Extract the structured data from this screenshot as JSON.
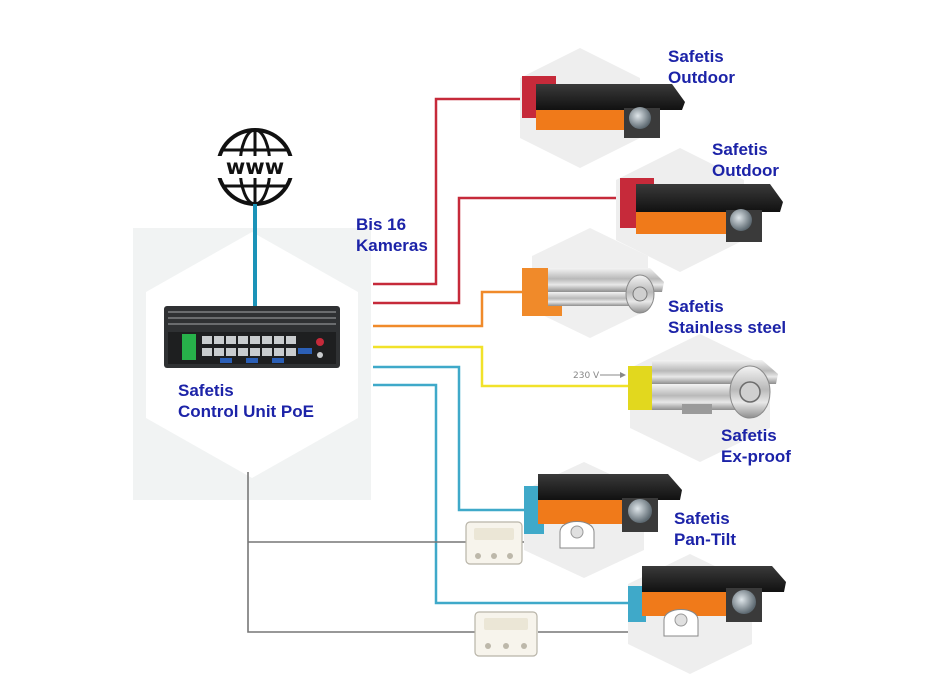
{
  "control_unit": {
    "line1": "Safetis",
    "line2": "Control Unit PoE"
  },
  "internet_icon_text": "www",
  "camera_count": {
    "line1": "Bis 16",
    "line2": "Kameras"
  },
  "cameras": [
    {
      "line1": "Safetis",
      "line2": "Outdoor"
    },
    {
      "line1": "Safetis",
      "line2": "Outdoor"
    },
    {
      "line1": "Safetis",
      "line2": "Stainless steel"
    },
    {
      "line1": "Safetis",
      "line2": "Ex-proof"
    },
    {
      "line1": "Safetis",
      "line2": "Pan-Tilt"
    }
  ],
  "voltage_label": "230 V",
  "colors": {
    "label": "#1c23a8",
    "outdoor_cable": "#c62a3a",
    "stainless_cable": "#f08a2a",
    "exproof_cable": "#f1e22a",
    "pantilt_cable": "#3fa9c9",
    "internet_cable": "#1b93b8",
    "power_cable": "#777777",
    "camera_orange": "#f07a1a",
    "camera_black": "#1d1d1d"
  }
}
